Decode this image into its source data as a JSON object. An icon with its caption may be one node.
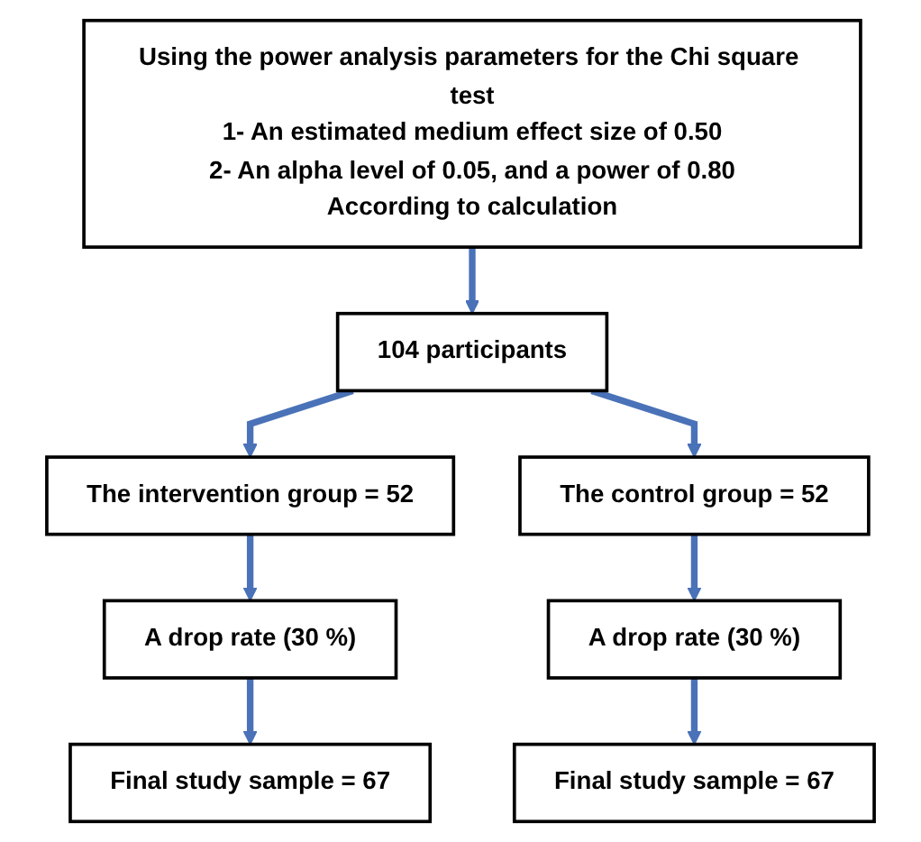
{
  "diagram": {
    "nodes": [
      {
        "text": [
          "Using the power analysis parameters for the Chi square test",
          "1- An estimated medium effect size of 0.50",
          "2- An alpha level of 0.05, and a power of 0.80",
          "According to calculation"
        ]
      },
      {
        "text": [
          "104 participants"
        ]
      },
      {
        "text": [
          "The intervention group = 52"
        ]
      },
      {
        "text": [
          "The control group = 52"
        ]
      },
      {
        "text": [
          "A drop rate (30 %)"
        ]
      },
      {
        "text": [
          "A drop rate (30 %)"
        ]
      },
      {
        "text": [
          "Final study sample = 67"
        ]
      },
      {
        "text": [
          "Final study sample = 67"
        ]
      }
    ],
    "edges": [
      {
        "from": 0,
        "to": 1,
        "arrow": "to"
      },
      {
        "from": 1,
        "to": 2,
        "arrow": "to"
      },
      {
        "from": 1,
        "to": 3,
        "arrow": "to"
      },
      {
        "from": 2,
        "to": 4,
        "arrow": "to"
      },
      {
        "from": 3,
        "to": 5,
        "arrow": "to"
      },
      {
        "from": 4,
        "to": 6,
        "arrow": "to"
      },
      {
        "from": 5,
        "to": 7,
        "arrow": "to"
      }
    ]
  }
}
